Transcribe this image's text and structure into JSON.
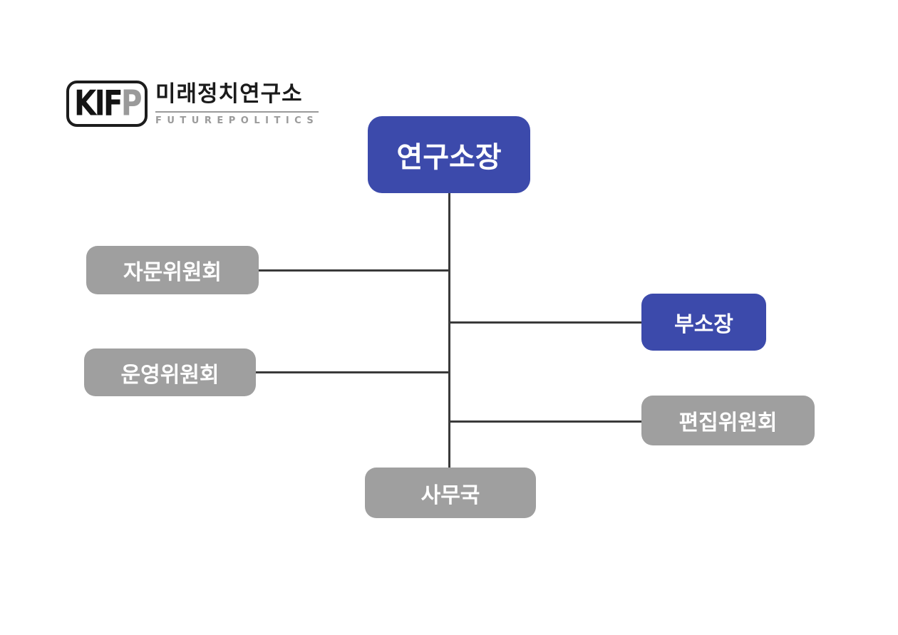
{
  "logo": {
    "acronym_main": "KIF",
    "acronym_accent": "P",
    "korean_name": "미래정치연구소",
    "english_name": "FUTUREPOLITICS"
  },
  "diagram": {
    "type": "org-chart",
    "nodes": [
      {
        "id": "director",
        "label": "연구소장",
        "style": "primary"
      },
      {
        "id": "advisory",
        "label": "자문위원회",
        "style": "secondary"
      },
      {
        "id": "deputy",
        "label": "부소장",
        "style": "primary"
      },
      {
        "id": "steering",
        "label": "운영위원회",
        "style": "secondary"
      },
      {
        "id": "editorial",
        "label": "편집위원회",
        "style": "secondary"
      },
      {
        "id": "office",
        "label": "사무국",
        "style": "secondary"
      }
    ],
    "edges": [
      {
        "from": "연구소장",
        "to": "자문위원회"
      },
      {
        "from": "연구소장",
        "to": "부소장"
      },
      {
        "from": "연구소장",
        "to": "운영위원회"
      },
      {
        "from": "연구소장",
        "to": "편집위원회"
      },
      {
        "from": "연구소장",
        "to": "사무국"
      }
    ]
  },
  "colors": {
    "primary_blue": "#3c4aab",
    "node_gray": "#9f9f9f",
    "line_dark": "#3a3a3a",
    "node_text": "#ffffff",
    "logo_accent_gray": "#9a9a9a",
    "background": "#ffffff"
  }
}
